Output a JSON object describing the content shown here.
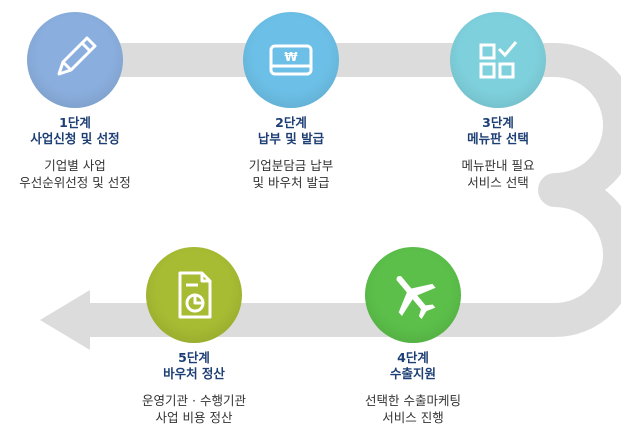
{
  "colors": {
    "track": "#dcdcdc",
    "title_text": "#1e3f74",
    "desc_text": "#333333",
    "step1": "#8aaedd",
    "step2": "#6cbfe6",
    "step3": "#7ed0dc",
    "step4": "#5cbf4a",
    "step5": "#a7bb33"
  },
  "steps": [
    {
      "id": "step1",
      "stage": "1단계",
      "name": "사업신청 및 선정",
      "desc": [
        "기업별 사업",
        "우선순위선정 및 선정"
      ],
      "icon": "pencil-icon"
    },
    {
      "id": "step2",
      "stage": "2단계",
      "name": "납부 및 발급",
      "desc": [
        "기업분담금 납부",
        "및 바우처 발급"
      ],
      "icon": "won-card-icon",
      "icon_symbol": "₩"
    },
    {
      "id": "step3",
      "stage": "3단계",
      "name": "메뉴판 선택",
      "desc": [
        "메뉴판내 필요",
        "서비스 선택"
      ],
      "icon": "checklist-grid-icon"
    },
    {
      "id": "step4",
      "stage": "4단계",
      "name": "수출지원",
      "desc": [
        "선택한 수출마케팅",
        "서비스 진행"
      ],
      "icon": "airplane-icon"
    },
    {
      "id": "step5",
      "stage": "5단계",
      "name": "바우처 정산",
      "desc": [
        "운영기관 · 수행기관",
        "사업 비용 정산"
      ],
      "icon": "document-chart-icon"
    }
  ]
}
